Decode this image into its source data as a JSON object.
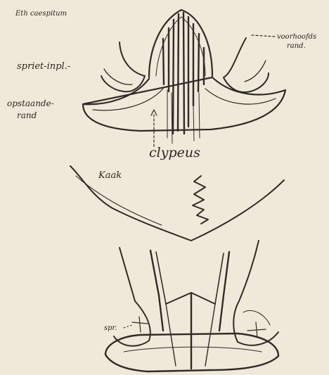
{
  "labels": {
    "species": "Eth caespitum",
    "voorhoofd_line1": "voorhoofds",
    "voorhoofd_line2": "rand.",
    "spriet": "spriet-inpl.-",
    "opstaande_line1": "opstaande-",
    "opstaande_line2": "rand",
    "clypeus": "clypeus",
    "kaak": "Kaak",
    "spr": "spr."
  },
  "colors": {
    "paper": "#efe9da",
    "ink": "#2f2b28"
  }
}
